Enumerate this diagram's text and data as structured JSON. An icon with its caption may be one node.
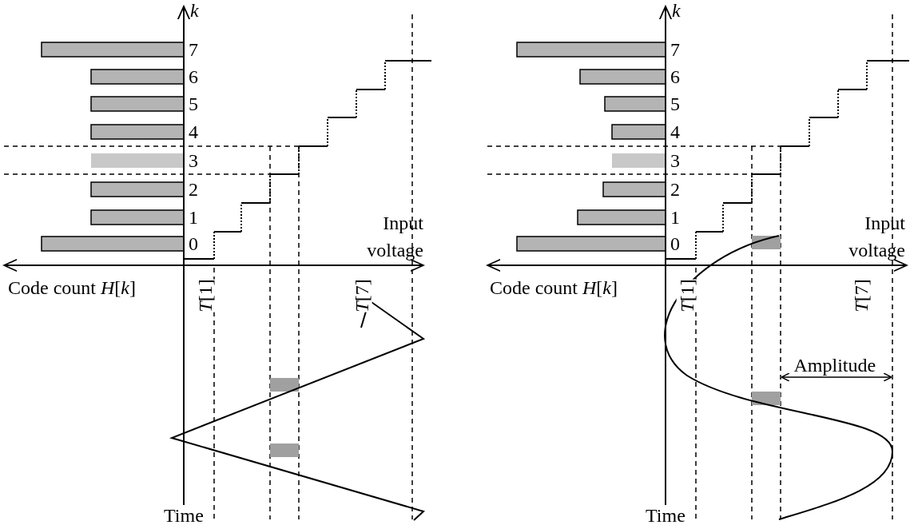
{
  "diagram": {
    "labels": [
      "k",
      "7",
      "6",
      "5",
      "4",
      "3",
      "2",
      "1",
      "0",
      "Input voltage",
      "Code count *H*[*k*]",
      "*T*[1]",
      "*T*[7]",
      "Time",
      "k",
      "7",
      "6",
      "5",
      "4",
      "3",
      "2",
      "1",
      "0",
      "Input voltage",
      "Code count *H*[*k*]",
      "*T*[1]",
      "*T*[7]",
      "Amplitude",
      "Time"
    ]
  }
}
